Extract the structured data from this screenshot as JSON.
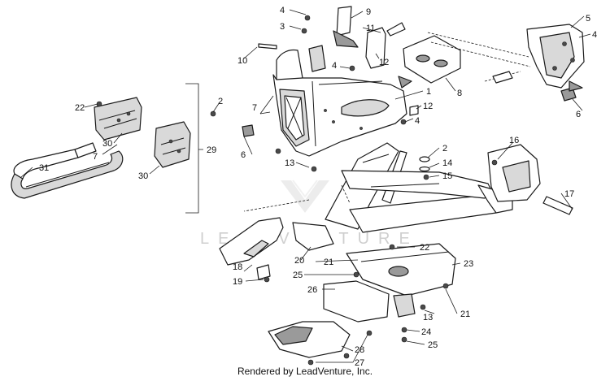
{
  "watermark": "LEADVENTURE",
  "footer": "Rendered by LeadVenture, Inc.",
  "callouts": {
    "c1": "1",
    "c2a": "2",
    "c2b": "2",
    "c3": "3",
    "c4a": "4",
    "c4b": "4",
    "c4c": "4",
    "c4d": "4",
    "c5": "5",
    "c6a": "6",
    "c6b": "6",
    "c7a": "7",
    "c7b": "7",
    "c8": "8",
    "c9": "9",
    "c10": "10",
    "c11": "11",
    "c12a": "12",
    "c12b": "12",
    "c13a": "13",
    "c13b": "13",
    "c14": "14",
    "c15": "15",
    "c16": "16",
    "c17": "17",
    "c18": "18",
    "c19": "19",
    "c20": "20",
    "c21a": "21",
    "c21b": "21",
    "c22a": "22",
    "c22b": "22",
    "c23": "23",
    "c24": "24",
    "c25a": "25",
    "c25b": "25",
    "c26": "26",
    "c27": "27",
    "c28": "28",
    "c29": "29",
    "c30a": "30",
    "c30b": "30",
    "c31": "31"
  }
}
